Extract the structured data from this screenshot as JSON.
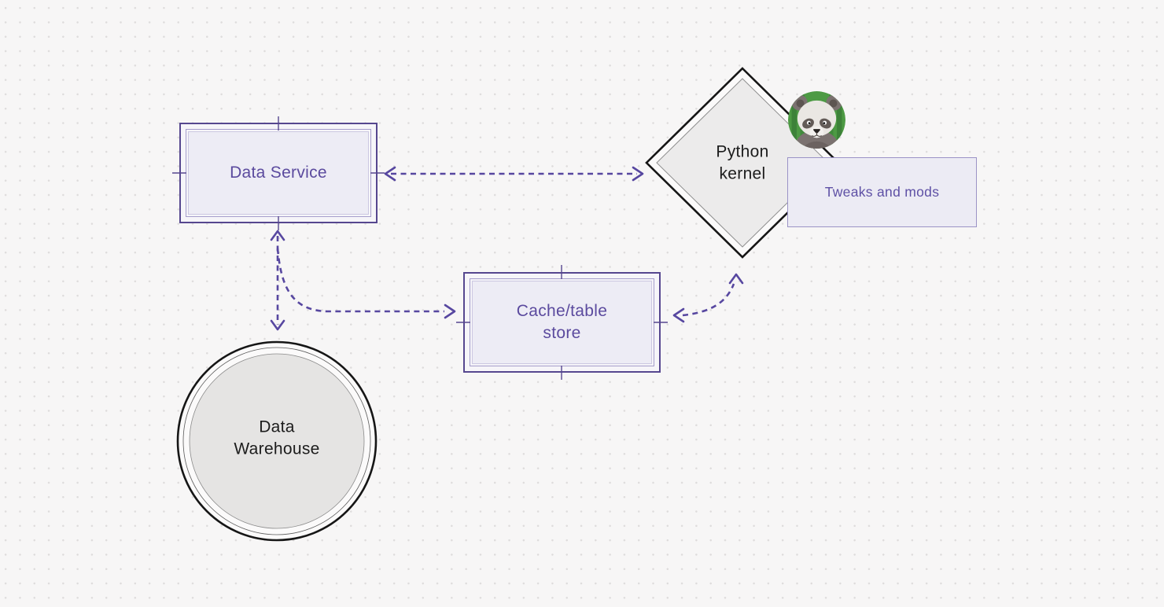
{
  "canvas": {
    "background": "#f7f6f6",
    "dot_color": "#dedcdc"
  },
  "nodes": {
    "data_service": {
      "label": "Data Service",
      "shape": "rectangle-double-border"
    },
    "python_kernel": {
      "label": "Python kernel",
      "shape": "diamond-double-border"
    },
    "tweaks_and_mods": {
      "label": "Tweaks and mods",
      "shape": "rectangle"
    },
    "cache_table_store": {
      "label": "Cache/table store",
      "shape": "rectangle-double-border"
    },
    "data_warehouse": {
      "label": "Data Warehouse",
      "shape": "circle-double-border"
    }
  },
  "edges": [
    {
      "from": "data_service",
      "to": "python_kernel",
      "style": "dashed",
      "arrows": "both"
    },
    {
      "from": "data_service",
      "to": "data_warehouse",
      "style": "dashed",
      "arrows": "both"
    },
    {
      "from": "data_service",
      "to": "cache_table_store",
      "style": "dashed",
      "arrows": "end"
    },
    {
      "from": "cache_table_store",
      "to": "python_kernel",
      "style": "dashed",
      "arrows": "both"
    }
  ],
  "icons": {
    "panda": "panda-avatar-icon"
  },
  "colors": {
    "purple_border": "#56478f",
    "purple_inner_border": "#a59dcb",
    "purple_fill": "#edecf5",
    "purple_text": "#5b4a9e",
    "arrow_purple": "#5747a0",
    "black_outline": "#161616",
    "diamond_fill": "#ecebeb",
    "circle_fill": "#e5e4e3",
    "tweaks_border": "#9b93c6",
    "tweaks_fill": "#ecebf4",
    "tweaks_text": "#5e50a5",
    "panda_green": "#4d9a44",
    "panda_gray": "#7b7270"
  }
}
